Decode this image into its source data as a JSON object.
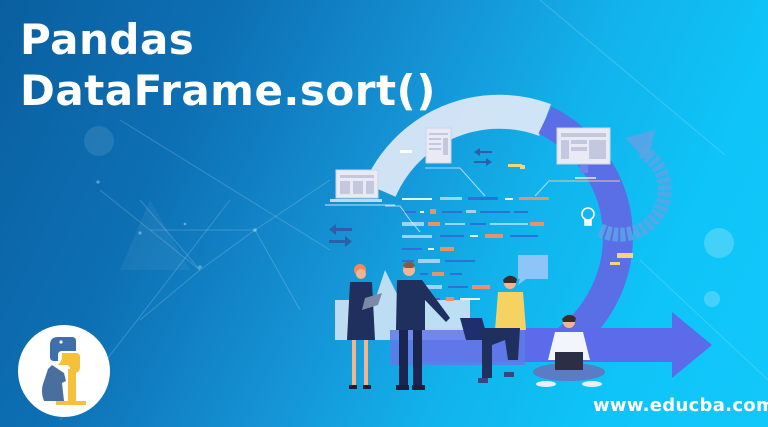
{
  "banner": {
    "title_line1": "Pandas",
    "title_line2": "DataFrame.sort()",
    "website": "www.educba.com",
    "logo": {
      "icon": "python-pandas-bear-logo",
      "colors": {
        "python_blue": "#3d6fa8",
        "python_yellow": "#f5c13a",
        "bear": "#4a6f9e"
      }
    },
    "illustration": {
      "icon": "team-data-workflow-illustration",
      "elements": [
        "laptop-monitor",
        "document-monitor",
        "desktop-monitor",
        "lightbulb",
        "circular-arrow",
        "right-arrow",
        "code-lines",
        "chat-bubble",
        "swap-arrows"
      ],
      "people": [
        "woman-with-tablet",
        "man-standing-handshake",
        "man-sitting-with-laptop",
        "man-cross-legged-with-laptop"
      ]
    },
    "colors": {
      "bg_left": "#0a5fa0",
      "bg_right": "#12c8fb",
      "arc": "#5b6ee8",
      "arc_light": "#dfe6f7",
      "code_orange": "#e8926a",
      "code_blue": "#2f6fd8",
      "code_light": "#9fd3f5",
      "text": "#ffffff"
    }
  }
}
